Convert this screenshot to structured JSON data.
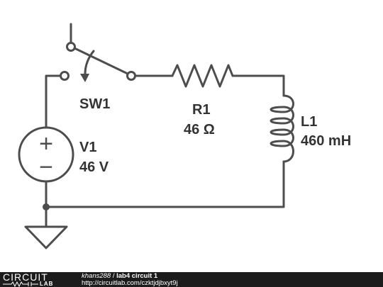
{
  "components": {
    "switch": {
      "name": "SW1"
    },
    "resistor": {
      "name": "R1",
      "value": "46 Ω"
    },
    "inductor": {
      "name": "L1",
      "value": "460 mH"
    },
    "source": {
      "name": "V1",
      "value": "46 V",
      "plus": "+",
      "minus": "−"
    }
  },
  "footer": {
    "logo_top": "CIRCUIT",
    "logo_bottom": "LAB",
    "author": "khans288",
    "separator": " / ",
    "title": "lab4 circuit 1",
    "url": "http://circuitlab.com/czktjdjbxyt9j"
  },
  "colors": {
    "wire": "#4d4d4d",
    "label": "#333333",
    "footer_bg": "#1c1c1c"
  }
}
